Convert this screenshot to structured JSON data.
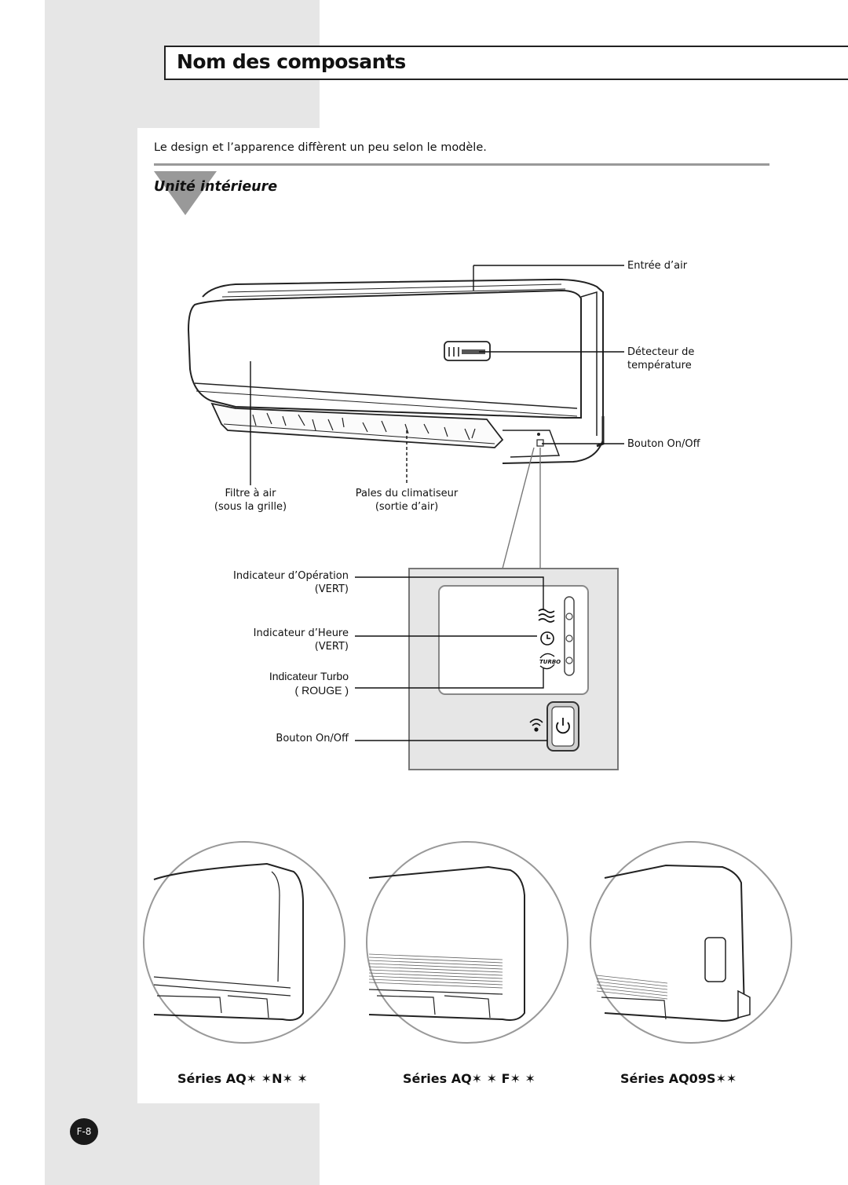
{
  "header": {
    "title": "Nom des composants"
  },
  "intro": "Le design et l’apparence diffèrent un peu selon le modèle.",
  "section": "Unité intérieure",
  "labels": {
    "air_inlet": "Entrée d’air",
    "temp_sensor_1": "Détecteur de",
    "temp_sensor_2": "température",
    "on_off_top": "Bouton On/Off",
    "air_filter_1": "Filtre à air",
    "air_filter_2": "(sous la grille)",
    "blades_1": "Pales du climatiseur",
    "blades_2": "(sortie d’air)",
    "op_indicator_1": "Indicateur d’Opération",
    "op_indicator_2": "(VERT)",
    "timer_indicator_1": "Indicateur d’Heure",
    "timer_indicator_2": "(VERT)",
    "turbo_indicator_1": "Indicateur Turbo",
    "turbo_indicator_2": "( ROUGE )",
    "on_off_bottom": "Bouton On/Off"
  },
  "series": [
    {
      "label": "Séries AQ✶ ✶N✶ ✶"
    },
    {
      "label": "Séries AQ✶ ✶ F✶ ✶"
    },
    {
      "label": "Séries AQ09S✶✶"
    }
  ],
  "page_number": "F-8",
  "icons": [
    "wind-icon",
    "clock-icon",
    "turbo-icon",
    "remote-signal-icon",
    "power-icon"
  ]
}
